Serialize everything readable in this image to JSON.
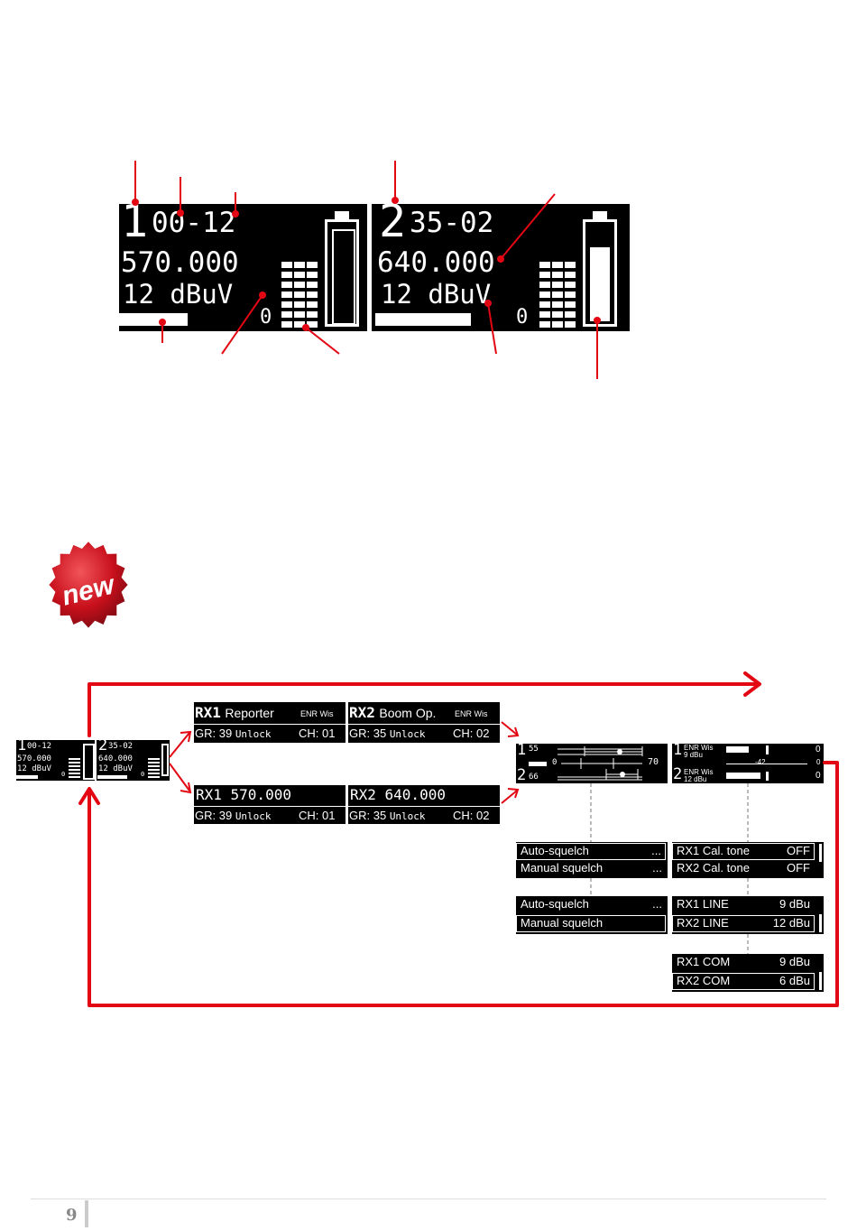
{
  "main_display": {
    "ch1": {
      "num": "1",
      "code": "00-12",
      "freq": "570.000",
      "level": "12 dBuV",
      "small": "0"
    },
    "ch2": {
      "num": "2",
      "code": "35-02",
      "freq": "640.000",
      "level": "12 dBuV",
      "small": "0"
    }
  },
  "badge": {
    "text": "new"
  },
  "thumb": {
    "ch1": {
      "num": "1",
      "code": "00-12",
      "freq": "570.000",
      "level": "12 dBuV",
      "small": "0"
    },
    "ch2": {
      "num": "2",
      "code": "35-02",
      "freq": "640.000",
      "level": "12 dBuV",
      "small": "0"
    }
  },
  "screens": {
    "rx1_name": {
      "rx": "RX1",
      "name": "Reporter",
      "mode": "ENR Wis",
      "gr": "GR: 39",
      "lock": "Unlock",
      "ch": "CH: 01"
    },
    "rx2_name": {
      "rx": "RX2",
      "name": "Boom Op.",
      "mode": "ENR Wis",
      "gr": "GR: 35",
      "lock": "Unlock",
      "ch": "CH: 02"
    },
    "rx1_freq": {
      "title": "RX1 570.000",
      "gr": "GR: 39",
      "lock": "Unlock",
      "ch": "CH: 01"
    },
    "rx2_freq": {
      "title": "RX2 640.000",
      "gr": "GR: 35",
      "lock": "Unlock",
      "ch": "CH: 02"
    }
  },
  "squelch_screen": {
    "n1": "1",
    "v1": "55",
    "n2": "2",
    "v2": "66",
    "min": "0",
    "max": "70"
  },
  "level_screen": {
    "n1": "1",
    "m1": "ENR Wis",
    "l1": "9 dBu",
    "n2": "2",
    "m2": "ENR Wis",
    "l2": "12 dBu",
    "ref": "-42",
    "z1": "0",
    "z2": "0",
    "z3": "0"
  },
  "menus": {
    "squelch_a": [
      "Auto-squelch",
      "Manual squelch"
    ],
    "squelch_b": [
      "Auto-squelch",
      "Manual squelch"
    ],
    "dots": "...",
    "caltone": [
      {
        "label": "RX1 Cal. tone",
        "value": "OFF"
      },
      {
        "label": "RX2 Cal. tone",
        "value": "OFF"
      }
    ],
    "line": [
      {
        "label": "RX1 LINE",
        "value": "9 dBu"
      },
      {
        "label": "RX2 LINE",
        "value": "12 dBu"
      }
    ],
    "com": [
      {
        "label": "RX1 COM",
        "value": "9 dBu"
      },
      {
        "label": "RX2 COM",
        "value": "6 dBu"
      }
    ]
  },
  "footer": {
    "page_number": "9"
  },
  "colors": {
    "accent": "#e30613",
    "lcd_bg": "#000000",
    "lcd_fg": "#ffffff"
  }
}
